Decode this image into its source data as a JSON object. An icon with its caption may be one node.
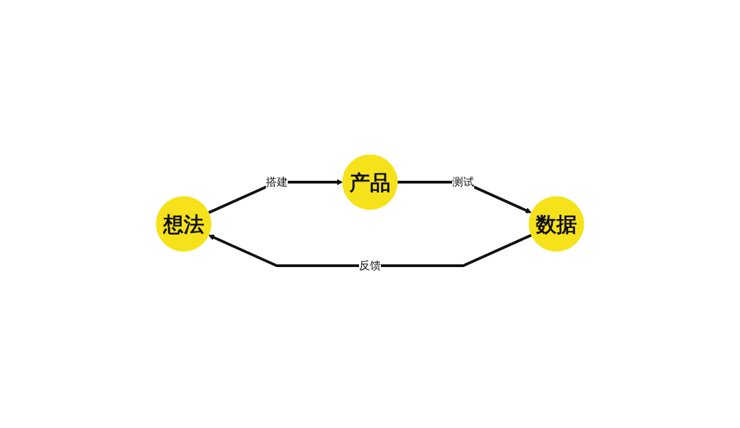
{
  "diagram": {
    "nodes": [
      {
        "text": [
          "想法"
        ]
      },
      {
        "text": [
          "产品"
        ]
      },
      {
        "text": [
          "数据"
        ]
      }
    ],
    "edges": [
      {
        "from": 0,
        "to": 1,
        "arrow": "to",
        "label": "搭建"
      },
      {
        "from": 1,
        "to": 2,
        "arrow": "to",
        "label": "测试"
      },
      {
        "from": 2,
        "to": 0,
        "arrow": "to",
        "label": "反馈"
      }
    ]
  }
}
